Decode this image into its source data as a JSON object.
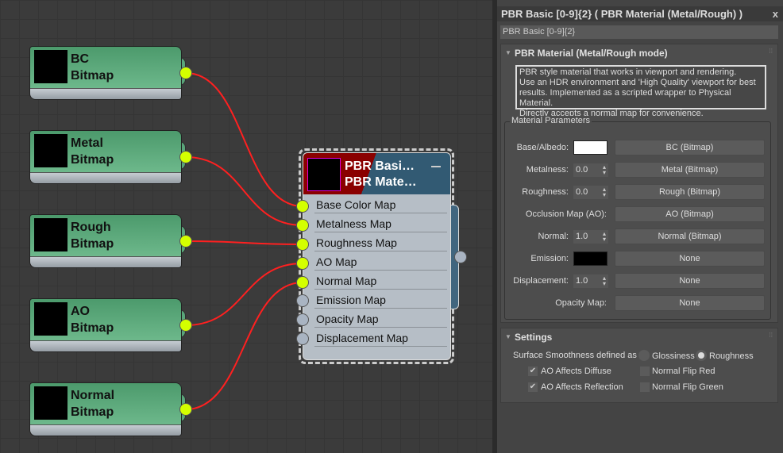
{
  "bitmap_nodes": [
    {
      "name": "BC",
      "type": "Bitmap"
    },
    {
      "name": "Metal",
      "type": "Bitmap"
    },
    {
      "name": "Rough",
      "type": "Bitmap"
    },
    {
      "name": "AO",
      "type": "Bitmap"
    },
    {
      "name": "Normal",
      "type": "Bitmap"
    }
  ],
  "pbr_node": {
    "title1": "PBR Basi…",
    "title2": "PBR Mate…",
    "inputs": [
      {
        "label": "Base Color Map",
        "connected": true
      },
      {
        "label": "Metalness Map",
        "connected": true
      },
      {
        "label": "Roughness Map",
        "connected": true
      },
      {
        "label": "AO Map",
        "connected": true
      },
      {
        "label": "Normal Map",
        "connected": true
      },
      {
        "label": "Emission Map",
        "connected": false
      },
      {
        "label": "Opacity Map",
        "connected": false
      },
      {
        "label": "Displacement Map",
        "connected": false
      }
    ]
  },
  "colors": {
    "wire": "#ff2020",
    "socket_on": "#d4ff00",
    "socket_off": "#a9b4c2"
  },
  "panel": {
    "title": "PBR Basic [0-9]{2}  ( PBR Material (Metal/Rough) )",
    "close": "x",
    "name_field": "PBR Basic [0-9]{2}",
    "rollout1": {
      "title": "PBR Material (Metal/Rough mode)",
      "description": [
        "PBR style material that works in viewport and rendering.",
        "Use an HDR environment and 'High Quality' viewport for best",
        "results. Implemented as a scripted wrapper to Physical Material.",
        "Directly accepts a normal map for convenience."
      ],
      "group": "Material Parameters",
      "params": [
        {
          "label": "Base/Albedo:",
          "kind": "swatch",
          "color": "#ffffff",
          "map": "BC (Bitmap)"
        },
        {
          "label": "Metalness:",
          "kind": "spin",
          "value": "0.0",
          "map": "Metal (Bitmap)"
        },
        {
          "label": "Roughness:",
          "kind": "spin",
          "value": "0.0",
          "map": "Rough (Bitmap)"
        },
        {
          "label": "Occlusion Map (AO):",
          "kind": "none",
          "map": "AO (Bitmap)"
        },
        {
          "label": "Normal:",
          "kind": "spin",
          "value": "1.0",
          "map": "Normal (Bitmap)"
        },
        {
          "label": "Emission:",
          "kind": "swatch",
          "color": "#000000",
          "map": "None"
        },
        {
          "label": "Displacement:",
          "kind": "spin",
          "value": "1.0",
          "map": "None"
        },
        {
          "label": "Opacity Map:",
          "kind": "none",
          "map": "None"
        }
      ]
    },
    "settings": {
      "title": "Settings",
      "smoothness_label": "Surface Smoothness defined as",
      "glossiness": "Glossiness",
      "roughness": "Roughness",
      "selected": "Roughness",
      "ao_diffuse": "AO Affects Diffuse",
      "ao_reflection": "AO Affects Reflection",
      "flip_red": "Normal Flip Red",
      "flip_green": "Normal Flip Green"
    }
  }
}
